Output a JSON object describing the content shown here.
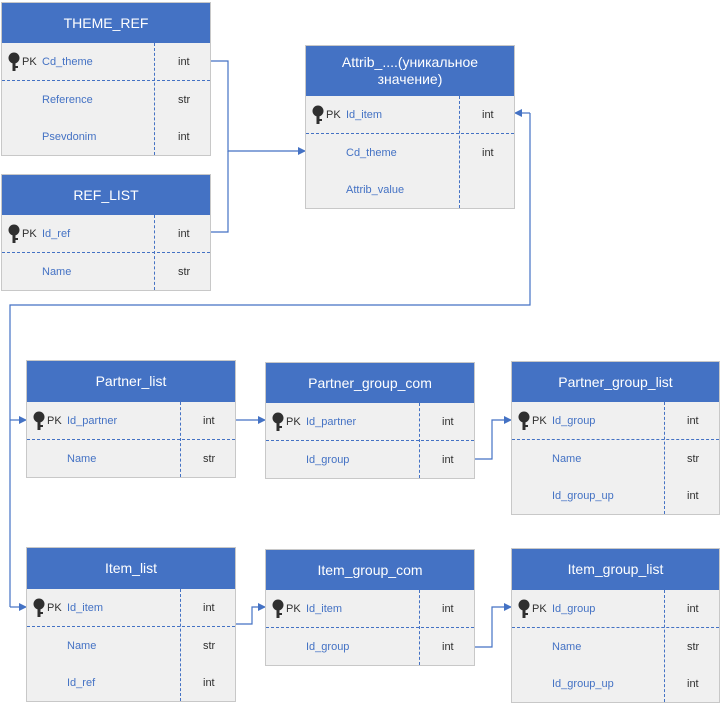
{
  "entities": {
    "theme_ref": {
      "title": "THEME_REF",
      "rows": [
        {
          "pk": "PK",
          "name": "Cd_theme",
          "type": "int"
        },
        {
          "name": "Reference",
          "type": "str"
        },
        {
          "name": "Psevdonim",
          "type": "int"
        }
      ]
    },
    "ref_list": {
      "title": "REF_LIST",
      "rows": [
        {
          "pk": "PK",
          "name": "Id_ref",
          "type": "int"
        },
        {
          "name": "Name",
          "type": "str"
        }
      ]
    },
    "attrib": {
      "title": "Attrib_....(уникальное значение)",
      "rows": [
        {
          "pk": "PK",
          "name": "Id_item",
          "type": "int"
        },
        {
          "name": "Cd_theme",
          "type": "int"
        },
        {
          "name": "Attrib_value",
          "type": ""
        }
      ]
    },
    "partner_list": {
      "title": "Partner_list",
      "rows": [
        {
          "pk": "PK",
          "name": "Id_partner",
          "type": "int"
        },
        {
          "name": "Name",
          "type": "str"
        }
      ]
    },
    "partner_group_com": {
      "title": "Partner_group_com",
      "rows": [
        {
          "pk": "PK",
          "name": "Id_partner",
          "type": "int"
        },
        {
          "name": "Id_group",
          "type": "int"
        }
      ]
    },
    "partner_group_list": {
      "title": "Partner_group_list",
      "rows": [
        {
          "pk": "PK",
          "name": "Id_group",
          "type": "int"
        },
        {
          "name": "Name",
          "type": "str"
        },
        {
          "name": "Id_group_up",
          "type": "int"
        }
      ]
    },
    "item_list": {
      "title": "Item_list",
      "rows": [
        {
          "pk": "PK",
          "name": "Id_item",
          "type": "int"
        },
        {
          "name": "Name",
          "type": "str"
        },
        {
          "name": "Id_ref",
          "type": "int"
        }
      ]
    },
    "item_group_com": {
      "title": "Item_group_com",
      "rows": [
        {
          "pk": "PK",
          "name": "Id_item",
          "type": "int"
        },
        {
          "name": "Id_group",
          "type": "int"
        }
      ]
    },
    "item_group_list": {
      "title": "Item_group_list",
      "rows": [
        {
          "pk": "PK",
          "name": "Id_group",
          "type": "int"
        },
        {
          "name": "Name",
          "type": "str"
        },
        {
          "name": "Id_group_up",
          "type": "int"
        }
      ]
    }
  },
  "colors": {
    "header": "#4472c4",
    "body": "#f0f0f0",
    "field_text": "#4472c4",
    "type_text": "#2f2f2f",
    "connector": "#4472c4"
  },
  "icons": {
    "primary_key": "key-icon"
  }
}
